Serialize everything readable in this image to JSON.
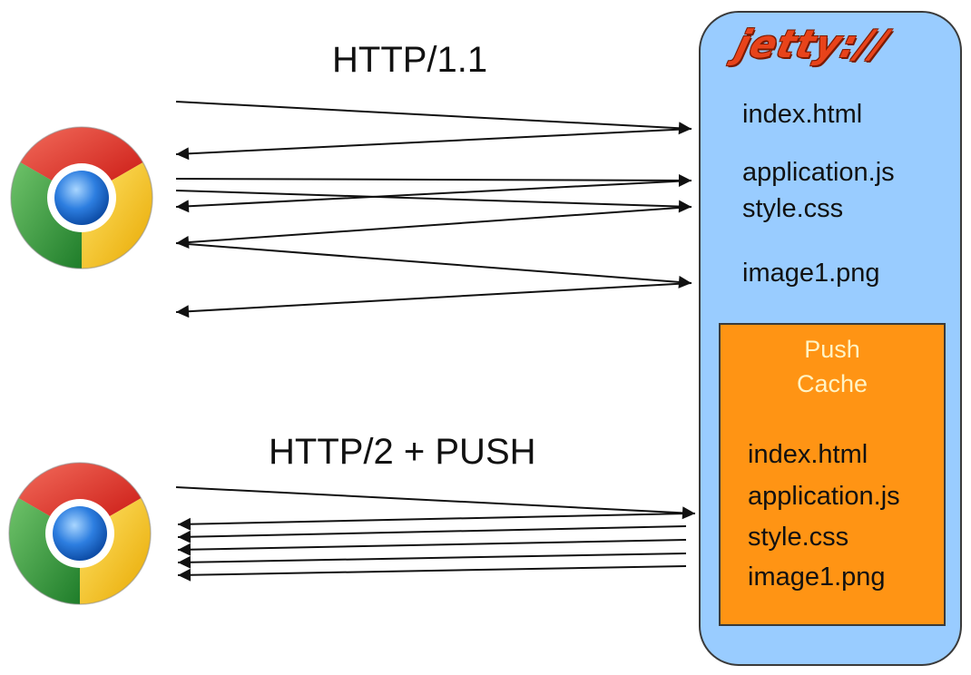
{
  "protocols": {
    "http11": "HTTP/1.1",
    "http2_push": "HTTP/2 + PUSH"
  },
  "server": {
    "logo": "jetty://",
    "files": [
      "index.html",
      "application.js",
      "style.css",
      "image1.png"
    ]
  },
  "push_cache": {
    "title_lines": [
      "Push",
      "Cache"
    ],
    "files": [
      "index.html",
      "application.js",
      "style.css",
      "image1.png"
    ]
  },
  "icons": {
    "browser": "chrome-browser-icon"
  },
  "colors": {
    "server_panel": "#99ccff",
    "push_cache": "#ff9414",
    "logo": "#e8431a",
    "push_title": "#fff3c4"
  }
}
